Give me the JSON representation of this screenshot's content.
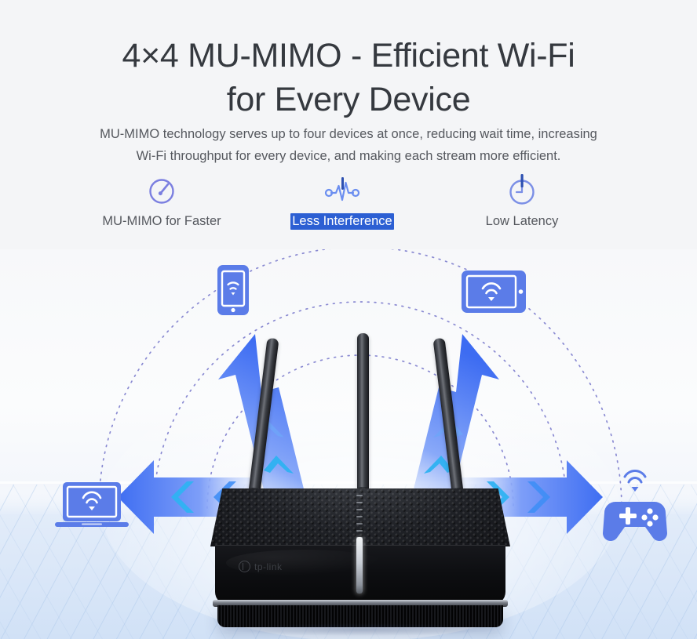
{
  "header": {
    "headline": "4×4 MU-MIMO - Efficient Wi-Fi\nfor Every Device",
    "subhead": "MU-MIMO technology serves up to four devices at once, reducing wait time, increasing\nWi-Fi throughput for every device, and making each stream more efficient."
  },
  "features": [
    {
      "id": "mu-mimo-for-faster",
      "label": "MU-MIMO for Faster",
      "icon": "speedometer-icon",
      "selected": false
    },
    {
      "id": "less-interference",
      "label": "Less Interference",
      "icon": "signal-pulse-icon",
      "selected": true
    },
    {
      "id": "low-latency",
      "label": "Low Latency",
      "icon": "clock-icon",
      "selected": false
    }
  ],
  "illustration": {
    "devices": [
      {
        "id": "smartphone",
        "icon": "smartphone-wifi-icon",
        "position": "top-left"
      },
      {
        "id": "tablet",
        "icon": "tablet-wifi-icon",
        "position": "top-right"
      },
      {
        "id": "laptop",
        "icon": "laptop-wifi-icon",
        "position": "left"
      },
      {
        "id": "game-controller",
        "icon": "game-controller-wifi-icon",
        "position": "right"
      }
    ],
    "router": {
      "brand": "tp-link",
      "antennas": 3
    },
    "streams": 4
  },
  "colors": {
    "page_background": "#f4f5f7",
    "heading_text": "#35393f",
    "body_text": "#55585e",
    "selection_background": "#2c5fd3",
    "selection_text": "#ffffff",
    "icon_purple": "#7b7fe0",
    "icon_blue": "#4f74e3",
    "device_blue": "#5b7ce8",
    "arrow_blue": "#4f7ff5",
    "chevron_cyan": "#2fb2f2",
    "divider_blue": "#3f6db5"
  }
}
